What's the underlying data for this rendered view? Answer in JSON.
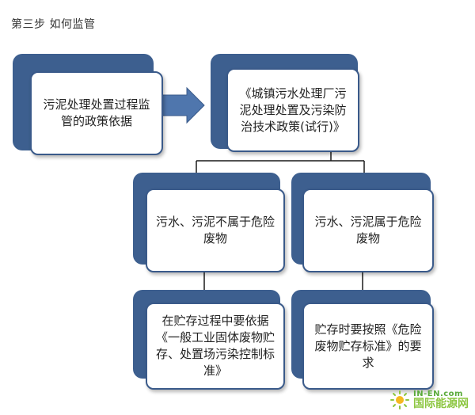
{
  "page": {
    "title": "第三步 如何监管"
  },
  "diagram": {
    "nodes": {
      "policy_basis": "污泥处理处置过程监管的政策依据",
      "technical_policy": "《城镇污水处理厂污泥处理处置及污染防治技术政策(试行)》",
      "not_hazardous": "污水、污泥不属于危险废物",
      "hazardous": "污水、污泥属于危险废物",
      "general_storage": "在贮存过程中要依据《一般工业固体废物贮存、处置场污染控制标准》",
      "hazardous_storage": "贮存时要按照《危险废物贮存标准》的要求"
    },
    "colors": {
      "box_back": "#3d5f8f",
      "arrow_fill": "#4f76ad",
      "line": "#1a1a1a"
    }
  },
  "watermark": {
    "top": "IN-EN.com",
    "bottom": "国际能源网"
  }
}
